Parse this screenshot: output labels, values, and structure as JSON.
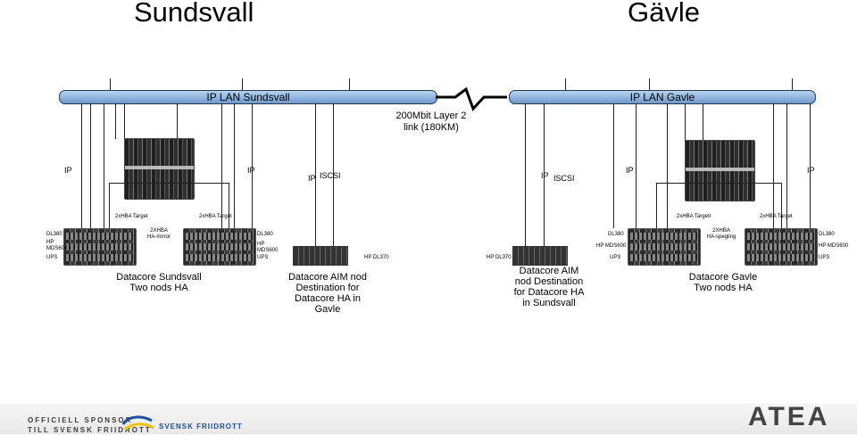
{
  "titles": {
    "left": "Sundsvall",
    "right": "Gävle"
  },
  "lans": {
    "left": "IP LAN Sundsvall",
    "right": "IP LAN Gavle"
  },
  "wan_link": "200Mbit Layer 2 link (180KM)",
  "ip_labels": {
    "ip": "IP",
    "iscsi": "ISCSI"
  },
  "hba_labels": {
    "l1": "2xHBA Target",
    "l2": "2xHBA Target",
    "r1": "2xHBA Targetr",
    "r2": "2xHBA Target"
  },
  "left_nodes": {
    "a": {
      "model": "DL380",
      "storage": "HP MDS600",
      "ups": "UPS"
    },
    "mirror": {
      "hba": "2XHBA",
      "label": "HA-mirror"
    },
    "b": {
      "model": "DL380",
      "storage": "HP MDS600",
      "ups": "UPS"
    }
  },
  "right_nodes": {
    "a": {
      "model": "DL380",
      "storage": "HP MDS600",
      "ups": "UPS"
    },
    "mirror": {
      "hba": "2XHBA",
      "label": "HA-spegling"
    },
    "b": {
      "model": "DL380",
      "storage": "HP MDS600",
      "ups": "UPS"
    }
  },
  "dl370": {
    "left": "HP DL370",
    "right": "HP DL370"
  },
  "captions": {
    "left": "Datacore Sundsvall Two nods HA",
    "mid_left": "Datacore AIM nod Destination for Datacore HA in Gavle",
    "mid_right": "Datacore AIM nod Destination for Datacore HA in Sundsvall",
    "right": "Datacore Gavle Two nods HA"
  },
  "footer": {
    "sponsor_line1": "OFFICIELL SPONSOR",
    "sponsor_line2": "TILL SVENSK FRIIDROTT",
    "brand": "SVENSK FRIIDROTT",
    "logo": "ATEA"
  }
}
